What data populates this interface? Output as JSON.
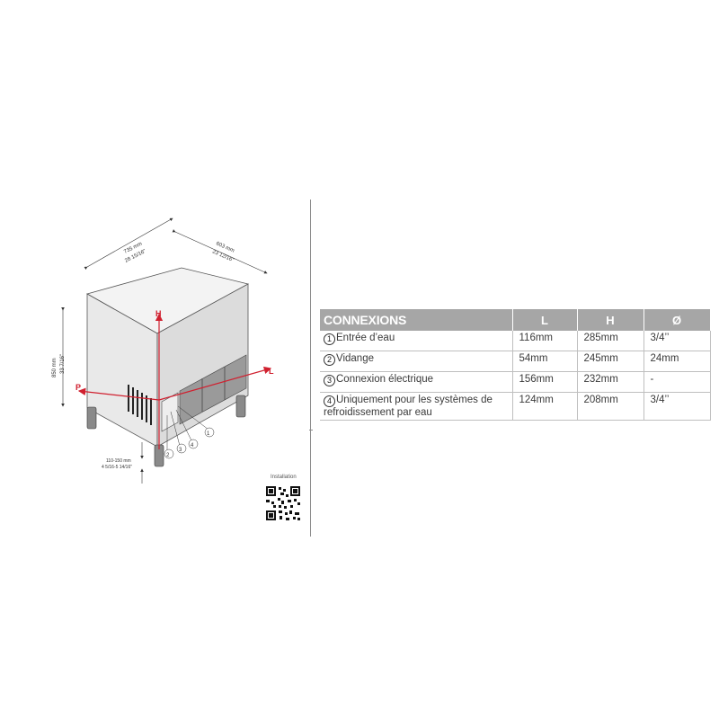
{
  "drawing": {
    "width_mm": "735 mm",
    "width_in": "28 15/16\"",
    "depth_mm": "603 mm",
    "depth_in": "23 12/16\"",
    "height_mm": "850 mm",
    "height_in": "33 7/16\"",
    "feet_mm": "110-150 mm",
    "feet_in": "4 5/16-5 14/16\"",
    "axis_h": "H",
    "axis_l": "L",
    "axis_p": "P",
    "callouts": [
      "1",
      "2",
      "3",
      "4"
    ],
    "qr_label": "Installation",
    "accent_color": "#d0202f"
  },
  "table": {
    "headers": [
      "CONNEXIONS",
      "L",
      "H",
      "Ø"
    ],
    "rows": [
      {
        "num": "1",
        "name": "Entrée d’eau",
        "L": "116mm",
        "H": "285mm",
        "D": "3/4’’"
      },
      {
        "num": "2",
        "name": "Vidange",
        "L": "54mm",
        "H": "245mm",
        "D": "24mm"
      },
      {
        "num": "3",
        "name": "Connexion électrique",
        "L": "156mm",
        "H": "232mm",
        "D": "-"
      },
      {
        "num": "4",
        "name": "Uniquement pour les systèmes de refroidissement par eau",
        "L": "124mm",
        "H": "208mm",
        "D": "3/4’’"
      }
    ]
  }
}
